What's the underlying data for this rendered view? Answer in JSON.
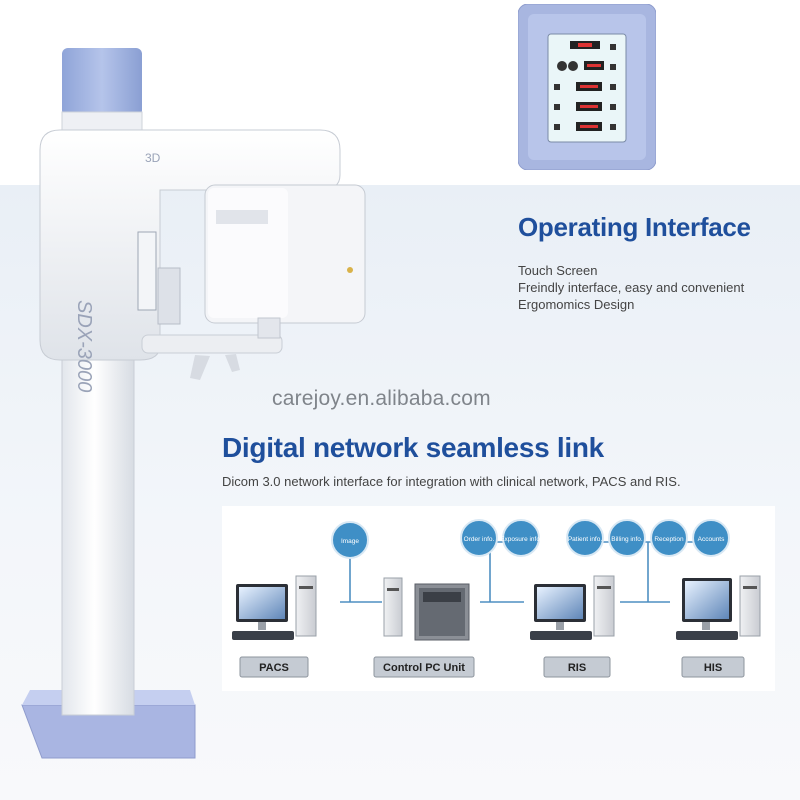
{
  "operating": {
    "title": "Operating Interface",
    "lines": [
      "Touch Screen",
      "Freindly interface, easy and convenient",
      "Ergomomics Design"
    ]
  },
  "watermark": "carejoy.en.alibaba.com",
  "network": {
    "title": "Digital network seamless link",
    "description": "Dicom 3.0 network interface for integration with clinical network, PACS and RIS."
  },
  "diagram": {
    "nodes": [
      "PACS",
      "Control PC Unit",
      "RIS",
      "HIS"
    ],
    "bubbles": [
      "Image",
      "Order info.",
      "Exposure info.",
      "Patient info.",
      "Billing info.",
      "Reception",
      "Accounts"
    ]
  },
  "machine": {
    "brand": "SDX-3000",
    "badge": "3D"
  },
  "colors": {
    "heading": "#1f4f9c",
    "bubble": "#3f8fc6",
    "label_box": "#c5cbd3"
  }
}
